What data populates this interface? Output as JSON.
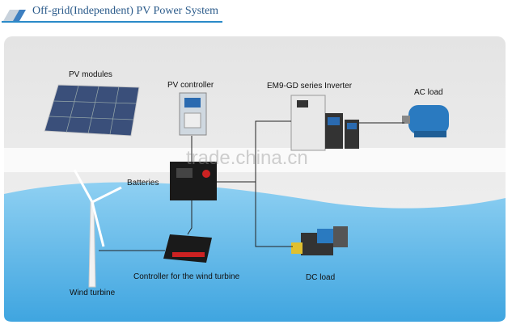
{
  "title": "Off-grid(Independent) PV Power System",
  "labels": {
    "pv_modules": "PV modules",
    "pv_controller": "PV controller",
    "inverter": "EM9-GD series Inverter",
    "ac_load": "AC load",
    "batteries": "Batteries",
    "wind_turbine": "Wind turbine",
    "wind_controller": "Controller for the wind turbine",
    "dc_load": "DC load"
  },
  "watermark": "trade.china.cn",
  "colors": {
    "title": "#2a5a8a",
    "water": "#5ab4e6",
    "background": "#ececec"
  }
}
